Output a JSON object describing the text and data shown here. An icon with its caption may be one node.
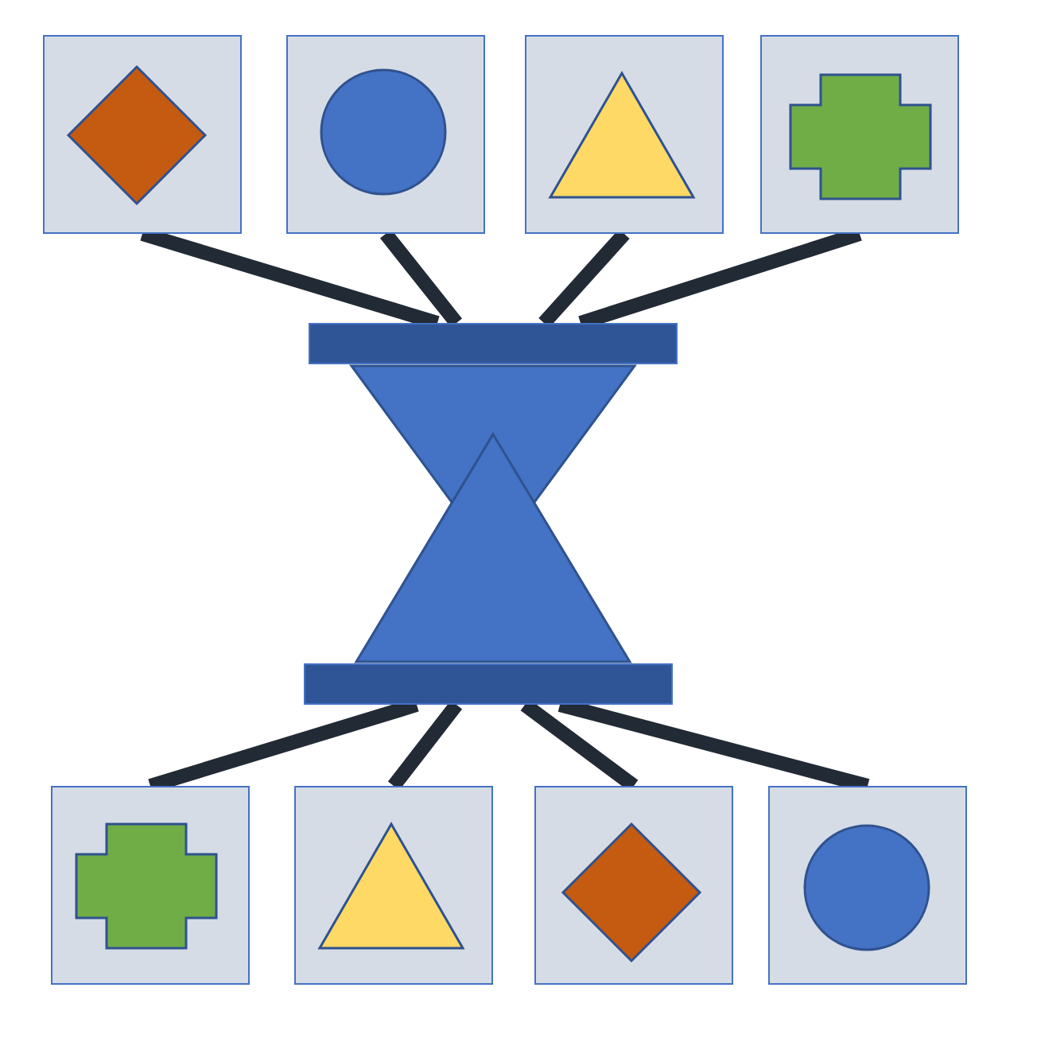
{
  "diagram": {
    "nodes": [
      {
        "text": [],
        "shape": "box"
      },
      {
        "text": [],
        "shape": "diamond",
        "in": 0
      },
      {
        "text": [],
        "shape": "box"
      },
      {
        "text": [],
        "shape": "circle",
        "in": 2
      },
      {
        "text": [],
        "shape": "box"
      },
      {
        "text": [],
        "shape": "triangle",
        "in": 4
      },
      {
        "text": [],
        "shape": "box"
      },
      {
        "text": [],
        "shape": "cross",
        "in": 6
      },
      {
        "text": [],
        "shape": "bar"
      },
      {
        "text": [],
        "shape": "hourglass"
      },
      {
        "text": [],
        "shape": "bar"
      },
      {
        "text": [],
        "shape": "box"
      },
      {
        "text": [],
        "shape": "cross",
        "in": 11
      },
      {
        "text": [],
        "shape": "box"
      },
      {
        "text": [],
        "shape": "triangle",
        "in": 13
      },
      {
        "text": [],
        "shape": "box"
      },
      {
        "text": [],
        "shape": "diamond",
        "in": 15
      },
      {
        "text": [],
        "shape": "box"
      },
      {
        "text": [],
        "shape": "circle",
        "in": 17
      }
    ],
    "edges": [
      {
        "from": 0,
        "to": 8,
        "arrow": "none"
      },
      {
        "from": 2,
        "to": 8,
        "arrow": "none"
      },
      {
        "from": 4,
        "to": 8,
        "arrow": "none"
      },
      {
        "from": 6,
        "to": 8,
        "arrow": "none"
      },
      {
        "from": 10,
        "to": 11,
        "arrow": "none"
      },
      {
        "from": 10,
        "to": 13,
        "arrow": "none"
      },
      {
        "from": 10,
        "to": 15,
        "arrow": "none"
      },
      {
        "from": 10,
        "to": 17,
        "arrow": "none"
      }
    ]
  }
}
